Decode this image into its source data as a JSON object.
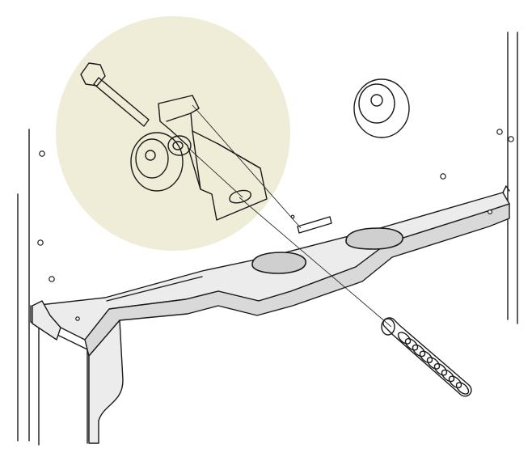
{
  "figure": {
    "kind": "technical installation illustration",
    "text": []
  },
  "colors": {
    "background": "#ffffff",
    "line": "#1a1a1a",
    "metal_fill": "#ececec",
    "metal_shadow": "#d6d6d6",
    "recess_fill": "#cfcfcf",
    "detail_callout": "#efedd8"
  },
  "parts": [
    {
      "id": "boiler-frame",
      "icon": "frame-outline"
    },
    {
      "id": "mounting-rail",
      "icon": "bracket-rail"
    },
    {
      "id": "wall-plug",
      "icon": "ribbed-anchor"
    },
    {
      "id": "hex-bolt",
      "icon": "hex-screw"
    },
    {
      "id": "hook-bracket",
      "icon": "hook-clip"
    },
    {
      "id": "washer",
      "icon": "round-washer"
    },
    {
      "id": "rubber-grommet",
      "icon": "grommet"
    }
  ]
}
